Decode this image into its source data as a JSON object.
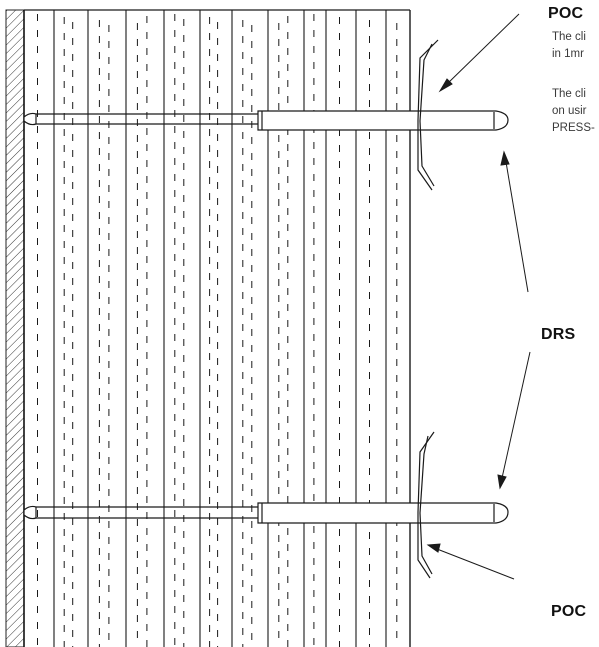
{
  "labels": {
    "top_heading": "POC",
    "top_note_line1": "The cli",
    "top_note_line2": "in 1mr",
    "mid_note_line1": "The cli",
    "mid_note_line2": "on usir",
    "mid_note_line3": "PRESS-",
    "drs_heading": "DRS",
    "bottom_heading": "POC"
  },
  "colors": {
    "ink": "#1a1a1a",
    "background": "#ffffff"
  }
}
